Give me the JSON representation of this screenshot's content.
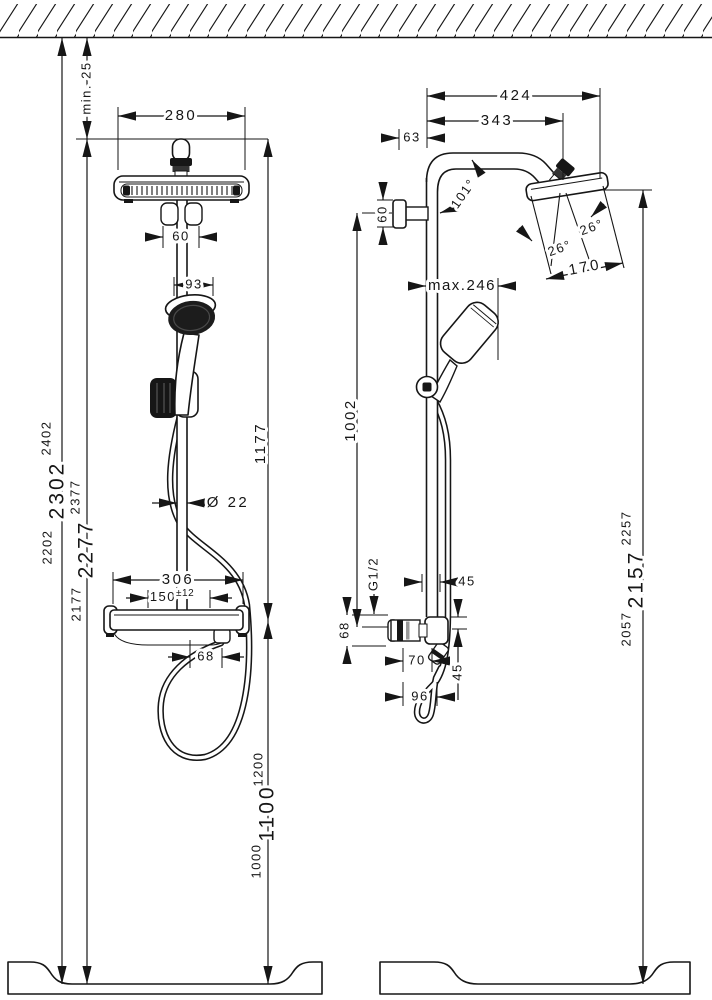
{
  "left_view": {
    "ceiling_clearance": "min. 25",
    "head_width": "280",
    "bracket_width": "60",
    "handshower_width": "93",
    "pipe_to_valve": "1177",
    "pipe_diameter": "Ø 22",
    "valve_width": "306",
    "inlet_spacing": "150",
    "inlet_tolerance": "±12",
    "outlet_offset": "68",
    "valve_height_high": "1200",
    "valve_height_main": "1100",
    "valve_height_low": "1000",
    "total_heights": {
      "outer": [
        "2402",
        "2302",
        "2202"
      ],
      "inner": [
        "2377",
        "2277",
        "2177"
      ]
    }
  },
  "right_view": {
    "reach_total": "424",
    "reach_arm": "343",
    "wall_offset": "63",
    "bracket_height": "60",
    "arm_angle": "101°",
    "spray_angle_inner": "26°",
    "spray_angle_outer": "26°",
    "head_depth": "170",
    "max_reach": "max.246",
    "bar_length": "1002",
    "thread": "G1/2",
    "hose_top_offset": "45",
    "hose_side_offset": "45",
    "valve_depth": "68",
    "knob_depth": "70",
    "hose_depth": "96",
    "heights": [
      "2257",
      "2157",
      "2057"
    ]
  }
}
